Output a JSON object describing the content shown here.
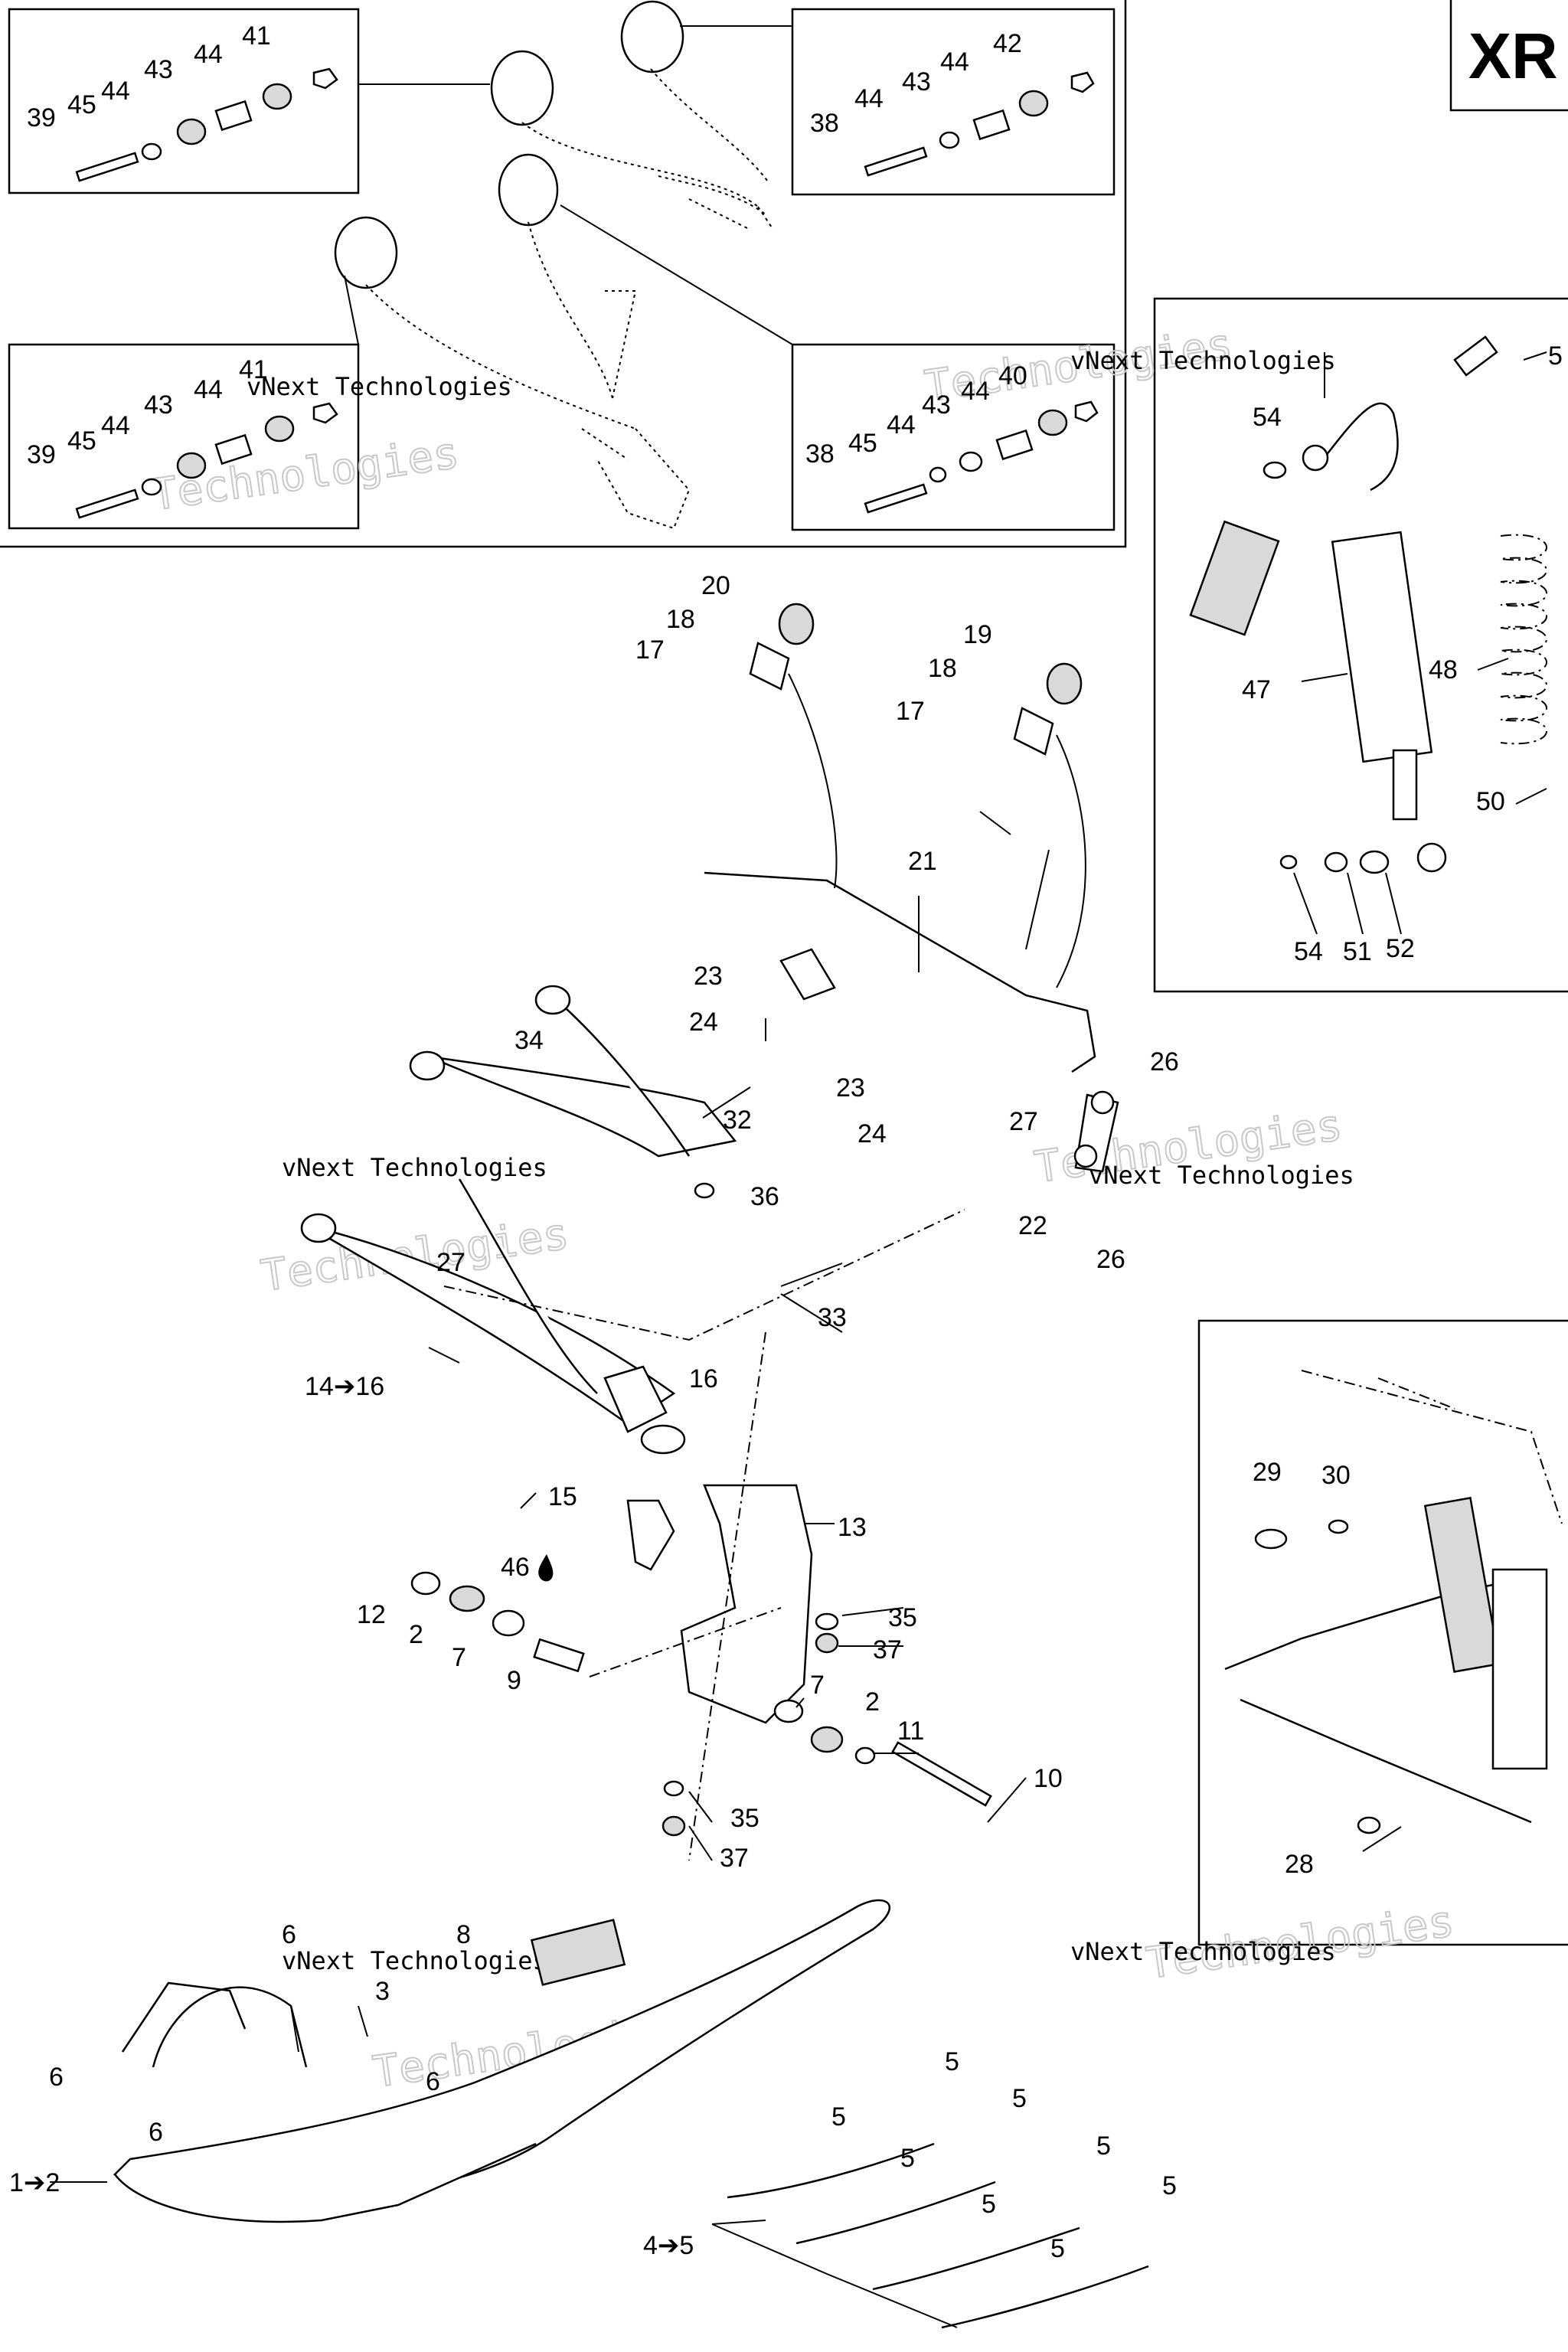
{
  "badge": "XR",
  "watermark": {
    "line1": "vNext Technologies",
    "line2": "Technologies"
  },
  "callouts": {
    "c1": "1➔2",
    "c3": "3",
    "c4": "4➔5",
    "c5": "5",
    "c6": "6",
    "c7": "7",
    "c2": "2",
    "c8": "8",
    "c9": "9",
    "c10": "10",
    "c11": "11",
    "c12": "12",
    "c13": "13",
    "c14": "14➔16",
    "c15": "15",
    "c16": "16",
    "c17": "17",
    "c18": "18",
    "c19": "19",
    "c20": "20",
    "c21": "21",
    "c22": "22",
    "c23": "23",
    "c24": "24",
    "c26": "26",
    "c27": "27",
    "c28": "28",
    "c29": "29",
    "c30": "30",
    "c32": "32",
    "c33": "33",
    "c34": "34",
    "c35": "35",
    "c36": "36",
    "c37": "37",
    "c38": "38",
    "c39": "39",
    "c40": "40",
    "c41": "41",
    "c42": "42",
    "c43": "43",
    "c44": "44",
    "c45": "45",
    "c46": "46",
    "c47": "47",
    "c48": "48",
    "c50": "50",
    "c51": "51",
    "c52": "52",
    "c54": "54",
    "c5r": "5"
  }
}
